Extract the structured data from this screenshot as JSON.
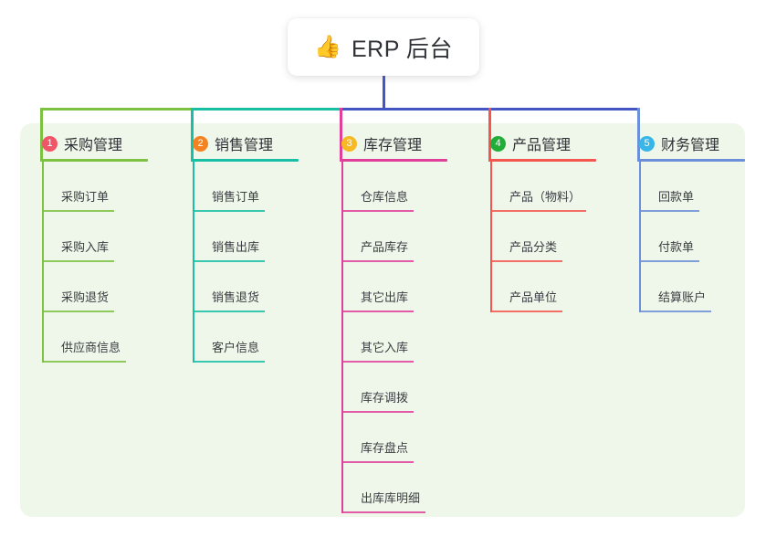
{
  "root": {
    "icon": "thumbs-up-icon",
    "icon_glyph": "👍",
    "title": "ERP 后台"
  },
  "palette": {
    "panel_bg": "#eff7ea",
    "page_bg": "#ffffff",
    "root_text": "#2f3136",
    "leaf_text": "#3a3d42",
    "trunk_blue": "#4356c4",
    "trunk_pink": "#e0409a"
  },
  "columns": [
    {
      "number": "1",
      "title": "采购管理",
      "badge_color": "#f0566a",
      "line_color": "#7cc142",
      "items": [
        {
          "label": "采购订单"
        },
        {
          "label": "采购入库"
        },
        {
          "label": "采购退货"
        },
        {
          "label": "供应商信息"
        }
      ]
    },
    {
      "number": "2",
      "title": "销售管理",
      "badge_color": "#f58220",
      "line_color": "#18bfa5",
      "items": [
        {
          "label": "销售订单"
        },
        {
          "label": "销售出库"
        },
        {
          "label": "销售退货"
        },
        {
          "label": "客户信息"
        }
      ]
    },
    {
      "number": "3",
      "title": "库存管理",
      "badge_color": "#f7b924",
      "line_color": "#e0409a",
      "items": [
        {
          "label": "仓库信息"
        },
        {
          "label": "产品库存"
        },
        {
          "label": "其它出库"
        },
        {
          "label": "其它入库"
        },
        {
          "label": "库存调拨"
        },
        {
          "label": "库存盘点"
        },
        {
          "label": "出库库明细"
        }
      ]
    },
    {
      "number": "4",
      "title": "产品管理",
      "badge_color": "#22ac38",
      "line_color": "#f4564f",
      "items": [
        {
          "label": "产品（物料）"
        },
        {
          "label": "产品分类"
        },
        {
          "label": "产品单位"
        }
      ]
    },
    {
      "number": "5",
      "title": "财务管理",
      "badge_color": "#38b6e8",
      "line_color": "#6b8fd8",
      "items": [
        {
          "label": "回款单"
        },
        {
          "label": "付款单"
        },
        {
          "label": "结算账户"
        }
      ]
    }
  ]
}
